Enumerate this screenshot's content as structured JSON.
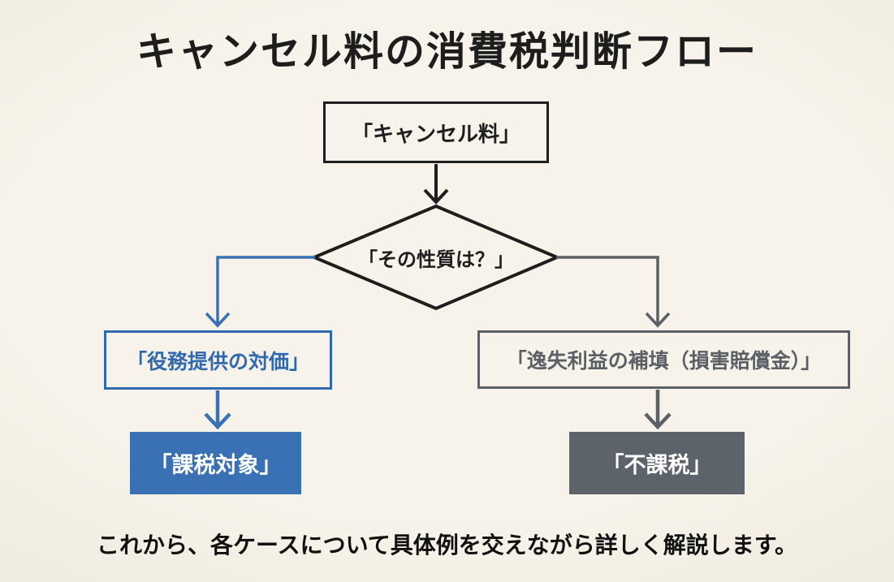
{
  "page": {
    "title": "キャンセル料の消費税判断フロー",
    "footer": "これから、各ケースについて具体例を交えながら詳しく解説します。"
  },
  "flowchart": {
    "start_node": {
      "label": "「キャンセル料」"
    },
    "decision_node": {
      "label": "「その性質は？」"
    },
    "left_branch": {
      "condition_node": {
        "label": "「役務提供の対価」"
      },
      "result_node": {
        "label": "「課税対象」"
      }
    },
    "right_branch": {
      "condition_node": {
        "label": "「逸失利益の補填（損害賠償金）」"
      },
      "result_node": {
        "label": "「不課税」"
      }
    },
    "colors": {
      "background": "#f5f1e9",
      "outline_black": "#1e1e1e",
      "taxable_blue": "#3a70b4",
      "nontaxable_gray": "#5d636b",
      "result_text": "#ffffff"
    }
  }
}
